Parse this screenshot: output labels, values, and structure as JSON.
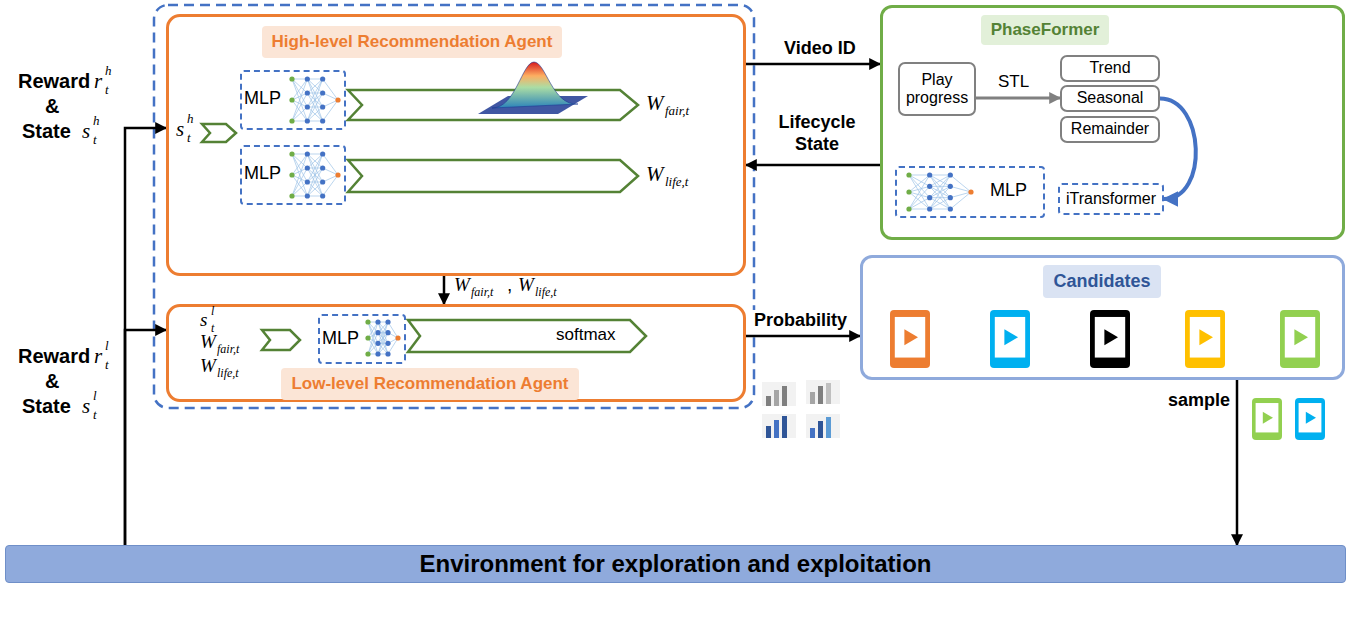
{
  "diagram": {
    "nodes": [
      {
        "text": [
          "High-level Recommendation Agent"
        ]
      },
      {
        "text": [
          "MLP"
        ],
        "in": 0
      },
      {
        "text": [
          "MLP"
        ],
        "in": 0
      },
      {
        "text": [
          "PhaseFormer"
        ]
      },
      {
        "text": [
          "Play progress"
        ],
        "in": 3
      },
      {
        "text": [
          "Trend"
        ],
        "in": 3
      },
      {
        "text": [
          "Seasonal"
        ],
        "in": 3
      },
      {
        "text": [
          "Remainder"
        ],
        "in": 3
      },
      {
        "text": [
          "MLP"
        ],
        "in": 3
      },
      {
        "text": [
          "iTransformer"
        ],
        "in": 3
      },
      {
        "text": [
          "Low-level Recommendation Agent"
        ]
      },
      {
        "text": [
          "MLP"
        ],
        "in": 10
      },
      {
        "text": [
          "Candidates"
        ]
      },
      {
        "text": [
          "Environment for exploration and exploitation"
        ]
      }
    ],
    "edges": [
      {
        "from": 13,
        "to": 0,
        "arrow": "to"
      },
      {
        "from": 13,
        "to": 10,
        "arrow": "to"
      },
      {
        "from": 0,
        "to": 3,
        "label": "Video ID",
        "arrow": "to"
      },
      {
        "from": 3,
        "to": 0,
        "label": "Lifecycle State",
        "arrow": "to"
      },
      {
        "from": 0,
        "to": 10,
        "arrow": "to"
      },
      {
        "from": 10,
        "to": 12,
        "label": "Probability",
        "arrow": "to"
      },
      {
        "from": 12,
        "to": 13,
        "label": "sample",
        "arrow": "to"
      },
      {
        "from": 4,
        "to": 6,
        "label": "STL",
        "arrow": "to"
      },
      {
        "from": 6,
        "to": 9,
        "arrow": "to"
      }
    ],
    "labels": [
      "Reward",
      "&",
      "State",
      "r",
      "h",
      "t",
      "s",
      "h",
      "t",
      "Reward",
      "&",
      "State",
      "r",
      "l",
      "t",
      "s",
      "l",
      "t",
      "s",
      "h",
      "t",
      "W",
      "fair,t",
      "W",
      "life,t",
      "s",
      "l",
      "t",
      "W",
      "fair,t",
      "W",
      "life,t",
      "W",
      "fair,t",
      ",",
      "W",
      "life,t",
      "softmax"
    ]
  }
}
